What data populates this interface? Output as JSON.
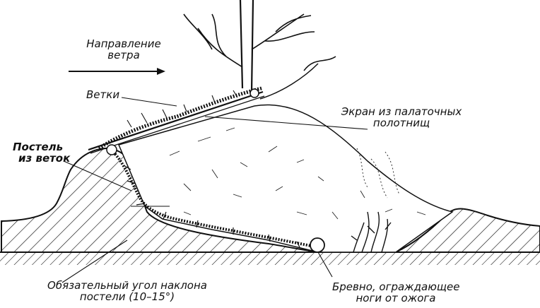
{
  "labels": {
    "wind_direction_1": "Направление",
    "wind_direction_2": "ветра",
    "branches": "Ветки",
    "screen_1": "Экран из палаточных",
    "screen_2": "полотнищ",
    "bed_1": "Постель",
    "bed_2": "из веток",
    "angle_1": "Обязательный угол наклона",
    "angle_2": "постели (10–15°)",
    "log_1": "Бревно, ограждающее",
    "log_2": "ноги от ожога"
  }
}
